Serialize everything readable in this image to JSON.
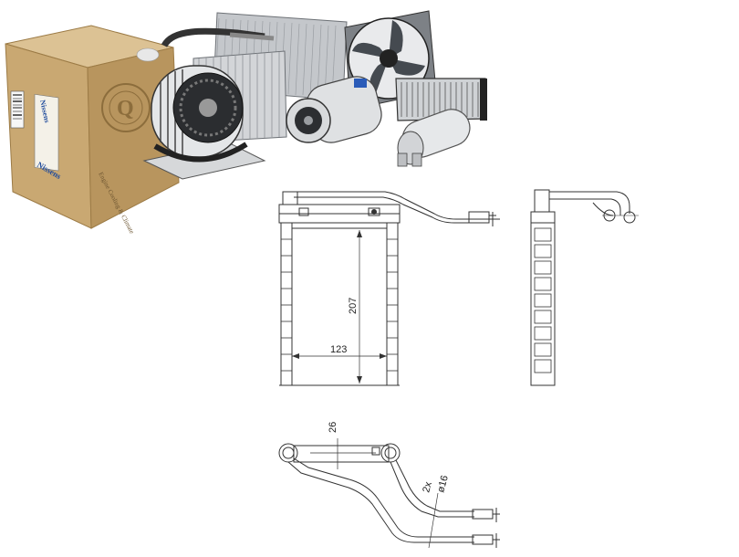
{
  "brand": {
    "name": "Nissens",
    "side_text": "Engine Cooling & Climate"
  },
  "dimensions": {
    "height": "207",
    "width": "123",
    "depth": "26",
    "pipes": "2x",
    "pipe_diameter": "ø16"
  },
  "colors": {
    "box": "#c9a872",
    "box_dark": "#a9864f",
    "box_top": "#dcc294",
    "ink": "#333333",
    "metal": "#b9bcc0",
    "metal_dark": "#6e7277",
    "brand_blue": "#1f4b9c"
  },
  "icons": [
    "fan-icon",
    "blower-motor-icon",
    "compressor-icon",
    "condenser-icon",
    "heater-core-icon",
    "receiver-drier-icon"
  ]
}
